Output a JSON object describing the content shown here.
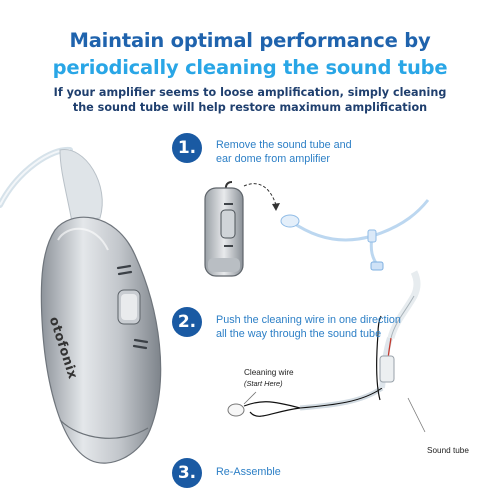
{
  "headline": {
    "line1": "Maintain optimal performance by",
    "line2": "periodically cleaning the sound tube"
  },
  "subheadline": {
    "line1": "If your amplifier seems to loose amplification, simply cleaning",
    "line2": "the sound tube will help restore maximum amplification"
  },
  "brand": "otofonix",
  "steps": [
    {
      "number": "1.",
      "line1": "Remove the sound tube and",
      "line2": "ear dome from amplifier"
    },
    {
      "number": "2.",
      "line1": "Push the cleaning wire in one direction",
      "line2": "all the way through the sound tube"
    },
    {
      "number": "3.",
      "line1": "Re-Assemble",
      "line2": ""
    }
  ],
  "labels": {
    "cleaning_wire": "Cleaning wire",
    "start_here": "(Start Here)",
    "sound_tube": "Sound tube"
  },
  "colors": {
    "headline_dark": "#1f63ad",
    "headline_light": "#29a6e6",
    "step_text": "#2c7fc6",
    "badge": "#1a5aa3"
  }
}
